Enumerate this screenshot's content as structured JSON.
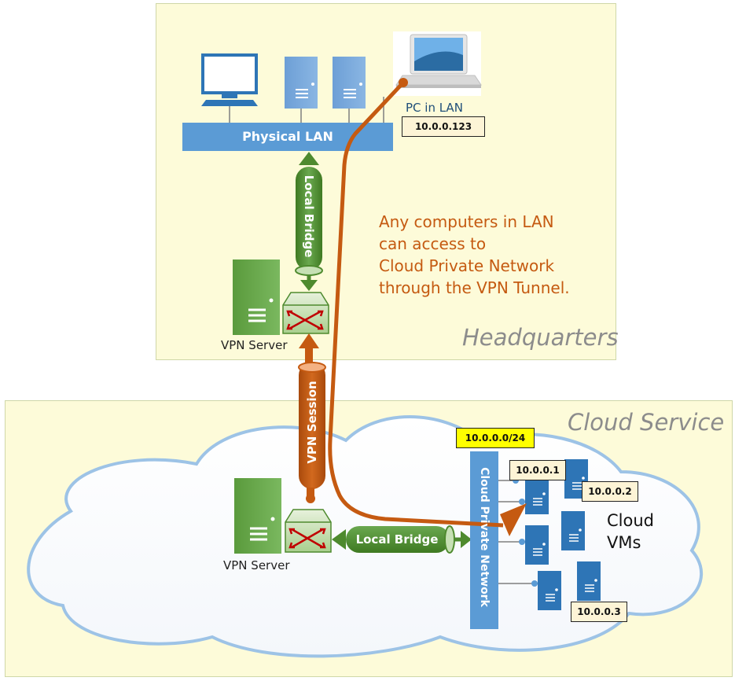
{
  "headquarters": {
    "title": "Headquarters",
    "physical_lan_label": "Physical LAN",
    "local_bridge_label": "Local Bridge",
    "pc_label": "PC in LAN",
    "pc_ip": "10.0.0.123",
    "vpn_server_label": "VPN Server",
    "note_lines": [
      "Any computers in LAN",
      "can access to",
      "Cloud Private Network",
      "through the VPN Tunnel."
    ]
  },
  "tunnel": {
    "vpn_session_label": "VPN Session"
  },
  "cloud": {
    "title": "Cloud Service",
    "subnet": "10.0.0.0/24",
    "private_network_label": "Cloud Private Network",
    "local_bridge_label": "Local Bridge",
    "vpn_server_label": "VPN Server",
    "vms_label_lines": [
      "Cloud",
      "VMs"
    ],
    "vm_ips": [
      "10.0.0.1",
      "10.0.0.2",
      "10.0.0.3"
    ]
  },
  "colors": {
    "panel_bg": "#fdfbd9",
    "lan_bar": "#5b9bd5",
    "server_green": "#6aa84f",
    "bridge_green": "#4e8a2e",
    "session_orange": "#c55a11",
    "tunnel_line": "#c55a11",
    "vm_blue": "#2e75b6",
    "subnet_highlight": "#ffff00",
    "ip_box": "#fdf4d6"
  }
}
